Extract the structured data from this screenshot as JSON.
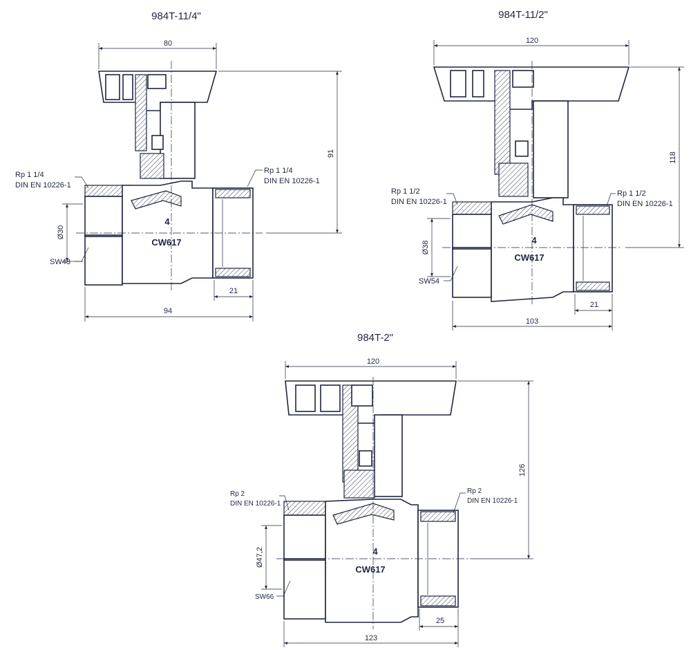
{
  "views": [
    {
      "title": "984T-11/4\"",
      "dim_handle_width": "80",
      "dim_height": "91",
      "dim_total_length": "94",
      "dim_thread_length": "21",
      "dim_diameter": "Ø30",
      "wrench_size": "SW48",
      "left_thread": {
        "line1": "Rp 1 1/4",
        "line2": "DIN EN 10226-1"
      },
      "right_thread": {
        "line1": "Rp 1 1/4",
        "line2": "DIN EN 10226-1"
      },
      "material": "CW617",
      "size_mark": "4"
    },
    {
      "title": "984T-11/2\"",
      "dim_handle_width": "120",
      "dim_height": "118",
      "dim_total_length": "103",
      "dim_thread_length": "21",
      "dim_diameter": "Ø38",
      "wrench_size": "SW54",
      "left_thread": {
        "line1": "Rp 1 1/2",
        "line2": "DIN EN 10226-1"
      },
      "right_thread": {
        "line1": "Rp 1 1/2",
        "line2": "DIN EN 10226-1"
      },
      "material": "CW617",
      "size_mark": "4"
    },
    {
      "title": "984T-2\"",
      "dim_handle_width": "120",
      "dim_height": "126",
      "dim_total_length": "123",
      "dim_thread_length": "25",
      "dim_diameter": "Ø47,2",
      "wrench_size": "SW66",
      "left_thread": {
        "line1": "Rp 2",
        "line2": "DIN EN 10226-1"
      },
      "right_thread": {
        "line1": "Rp 2",
        "line2": "DIN EN 10226-1"
      },
      "material": "CW617",
      "size_mark": "4"
    }
  ],
  "colors": {
    "line": "#1f2540",
    "background": "#ffffff"
  }
}
